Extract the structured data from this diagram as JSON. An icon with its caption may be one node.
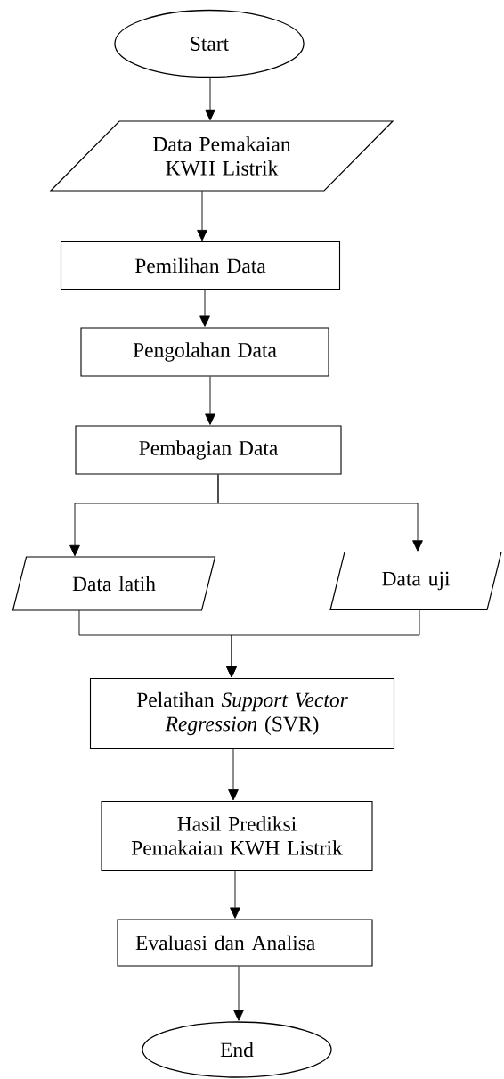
{
  "diagram": {
    "nodes": [
      {
        "text": [
          "Start"
        ]
      },
      {
        "text": [
          "Data Pemakaian KWH Listrik"
        ]
      },
      {
        "text": [
          "Pemilihan Data"
        ]
      },
      {
        "text": [
          "Pengolahan Data"
        ]
      },
      {
        "text": [
          "Pembagian Data"
        ]
      },
      {
        "text": [
          "Data latih"
        ]
      },
      {
        "text": [
          "Data uji"
        ]
      },
      {
        "text": [
          "Pelatihan *Support Vector Regression* (SVR)"
        ]
      },
      {
        "text": [
          "Hasil Prediksi Pemakaian KWH Listrik"
        ]
      },
      {
        "text": [
          "Evaluasi dan Analisa"
        ]
      },
      {
        "text": [
          "End"
        ]
      }
    ],
    "edges": [
      {
        "from": 0,
        "to": 1,
        "arrow": "to"
      },
      {
        "from": 1,
        "to": 2,
        "arrow": "to"
      },
      {
        "from": 2,
        "to": 3,
        "arrow": "to"
      },
      {
        "from": 3,
        "to": 4,
        "arrow": "to"
      },
      {
        "from": 4,
        "to": 5,
        "arrow": "to"
      },
      {
        "from": 4,
        "to": 6,
        "arrow": "to"
      },
      {
        "from": 5,
        "to": 7,
        "arrow": "to"
      },
      {
        "from": 6,
        "to": 7,
        "arrow": "to"
      },
      {
        "from": 7,
        "to": 8,
        "arrow": "to"
      },
      {
        "from": 8,
        "to": 9,
        "arrow": "to"
      },
      {
        "from": 9,
        "to": 10,
        "arrow": "to"
      }
    ]
  }
}
